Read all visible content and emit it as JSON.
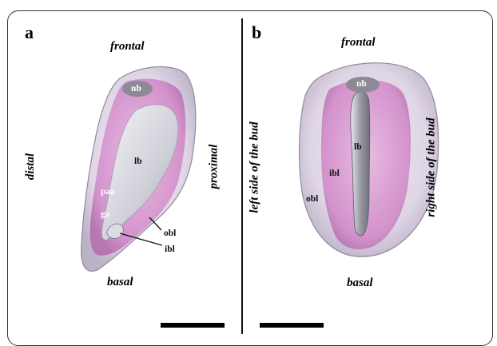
{
  "panels": [
    {
      "letter": "a",
      "orientation": {
        "top": "frontal",
        "bottom": "basal",
        "left": "distal",
        "right": "proximal"
      },
      "annotations": {
        "nb": "nb",
        "lb": "lb",
        "paa": "paa",
        "ga": "ga",
        "obl": "obl",
        "ibl": "ibl"
      }
    },
    {
      "letter": "b",
      "orientation": {
        "top": "frontal",
        "bottom": "basal",
        "left": "left side of the bud",
        "right": "right side of the bud"
      },
      "annotations": {
        "nb": "nb",
        "lb": "lb",
        "ibl": "ibl",
        "obl": "obl"
      }
    }
  ],
  "colors": {
    "outer_layer": "#d9cfe0",
    "inner_layer": "#d98ccf",
    "lumen": "#c7c7cf",
    "node": "#8a8a92"
  }
}
